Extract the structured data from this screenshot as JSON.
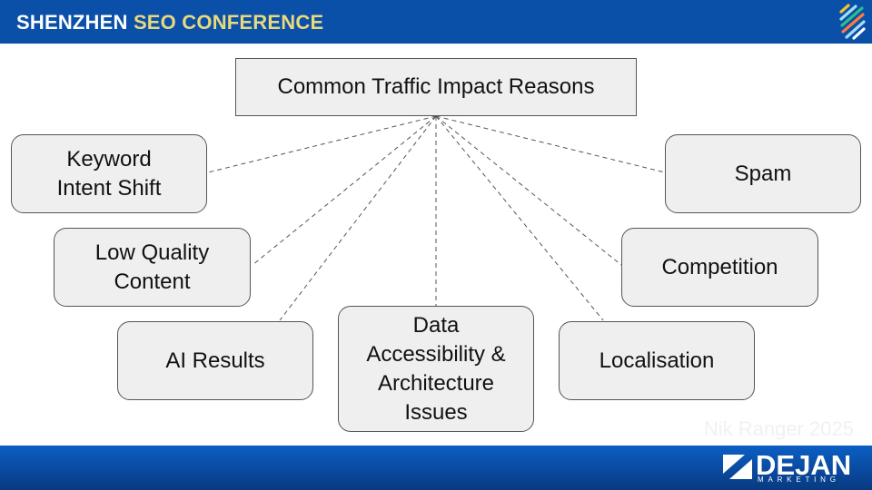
{
  "header": {
    "title_part1": "SHENZHEN ",
    "title_part2": "SEO CONFERENCE",
    "logo_icon": "diagonal-stripes-logo-icon",
    "logo_colors": [
      "#f2c230",
      "#ff7a3d",
      "#9fdcf5",
      "#2bbd8a",
      "#ffffff"
    ]
  },
  "diagram": {
    "root": "Common Traffic Impact Reasons",
    "nodes": [
      {
        "id": "keyword-intent-shift",
        "label": "Keyword\nIntent Shift"
      },
      {
        "id": "low-quality-content",
        "label": "Low Quality\nContent"
      },
      {
        "id": "ai-results",
        "label": "AI Results"
      },
      {
        "id": "data-accessibility",
        "label": "Data\nAccessibility &\nArchitecture\nIssues"
      },
      {
        "id": "localisation",
        "label": "Localisation"
      },
      {
        "id": "competition",
        "label": "Competition"
      },
      {
        "id": "spam",
        "label": "Spam"
      }
    ],
    "connector_style": "dashed",
    "colors": {
      "node_fill": "#efefef",
      "node_border": "#555555",
      "connector": "#555555"
    }
  },
  "footer": {
    "watermark": "Nik Ranger 2025",
    "brand_name": "DEJAN",
    "brand_sub": "MARKETING",
    "colors": {
      "bar": "#0a4aa0",
      "brand": "#ffffff"
    }
  }
}
